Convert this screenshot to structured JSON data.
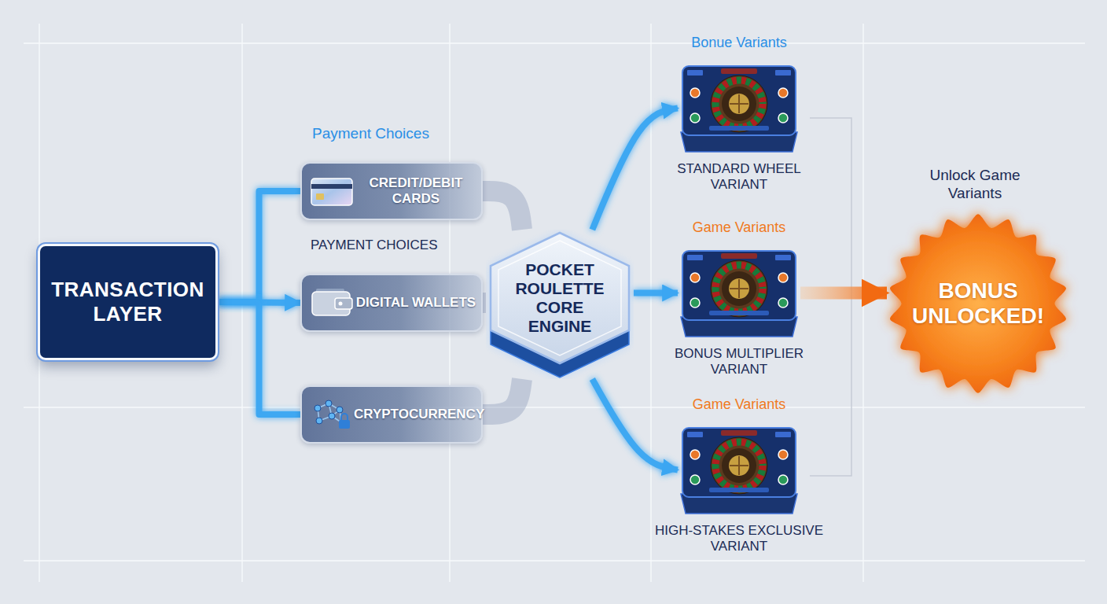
{
  "diagram": {
    "nodes": [
      {
        "text": [
          "TRANSACTION LAYER"
        ]
      },
      {
        "text": [
          "CREDIT/DEBIT CARDS"
        ]
      },
      {
        "text": [
          "DIGITAL WALLETS"
        ]
      },
      {
        "text": [
          "CRYPTOCURRENCY"
        ]
      },
      {
        "text": [
          "POCKET ROULETTE CORE ENGINE"
        ]
      },
      {
        "text": [
          "Bonue Variants",
          "STANDARD WHEEL VARIANT"
        ]
      },
      {
        "text": [
          "Game Variants",
          "BONUS MULTIPLIER VARIANT"
        ]
      },
      {
        "text": [
          "Game Variants",
          "HIGH-STAKES EXCLUSIVE VARIANT"
        ]
      },
      {
        "text": [
          "BONUS UNLOCKED!"
        ]
      }
    ],
    "edges": [
      {
        "from": 0,
        "to": 1,
        "arrow": "none"
      },
      {
        "from": 0,
        "to": 2,
        "arrow": "to"
      },
      {
        "from": 0,
        "to": 3,
        "arrow": "none"
      },
      {
        "from": 1,
        "to": 4,
        "arrow": "none"
      },
      {
        "from": 2,
        "to": 4,
        "arrow": "none"
      },
      {
        "from": 3,
        "to": 4,
        "arrow": "none"
      },
      {
        "from": 4,
        "to": 5,
        "arrow": "to"
      },
      {
        "from": 4,
        "to": 6,
        "arrow": "to"
      },
      {
        "from": 4,
        "to": 7,
        "arrow": "to"
      },
      {
        "from": 6,
        "to": 8,
        "arrow": "to"
      }
    ],
    "labels": [
      "Payment Choices",
      "PAYMENT CHOICES",
      "Unlock Game Variants"
    ]
  }
}
